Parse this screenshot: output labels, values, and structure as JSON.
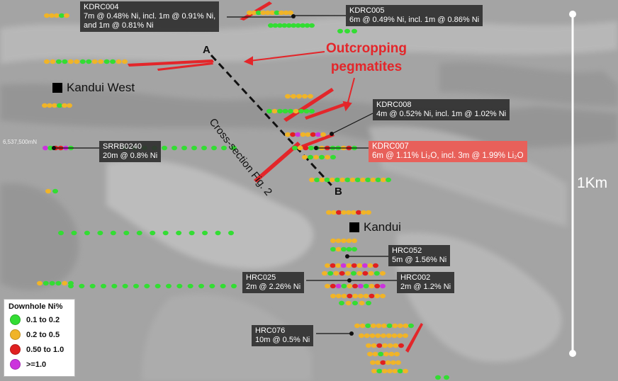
{
  "places": {
    "kandui_west": "Kandui West",
    "kandui": "Kandui"
  },
  "section": {
    "point_a": "A",
    "point_b": "B",
    "label": "Cross-section Fig. 2"
  },
  "outcrop_label": [
    "Outcropping",
    "pegmatites"
  ],
  "scale_label": "1Km",
  "coordinate_label": "6,537,500mN",
  "callouts": [
    {
      "id": "kdrc004",
      "lines": [
        "KDRC004",
        "7m @ 0.48% Ni, incl. 1m @ 0.91% Ni,",
        "and 1m @ 0.81% Ni"
      ]
    },
    {
      "id": "kdrc005",
      "lines": [
        "KDRC005",
        "6m @ 0.49% Ni, incl. 1m @ 0.86% Ni"
      ]
    },
    {
      "id": "kdrc008",
      "lines": [
        "KDRC008",
        "4m @ 0.52% Ni, incl. 1m @ 1.02% Ni"
      ]
    },
    {
      "id": "kdrc007",
      "lines": [
        "KDRC007",
        "6m @ 1.11% Li₂O, incl. 3m @ 1.99% Li₂O"
      ]
    },
    {
      "id": "srrb0240",
      "lines": [
        "SRRB0240",
        "20m @ 0.8% Ni"
      ]
    },
    {
      "id": "hrc052",
      "lines": [
        "HRC052",
        "5m @ 1.56% Ni"
      ]
    },
    {
      "id": "hrc025",
      "lines": [
        "HRC025",
        "2m @ 2.26% Ni"
      ]
    },
    {
      "id": "hrc002",
      "lines": [
        "HRC002",
        "2m @ 1.2% Ni"
      ]
    },
    {
      "id": "hrc076",
      "lines": [
        "HRC076",
        "10m @ 0.5% Ni"
      ]
    }
  ],
  "legend": {
    "title": "Downhole Ni%",
    "items": [
      {
        "label": "0.1 to 0.2",
        "color": "#33dd33"
      },
      {
        "label": "0.2 to 0.5",
        "color": "#f0b428"
      },
      {
        "label": "0.50 to 1.0",
        "color": "#e02020"
      },
      {
        "label": ">=1.0",
        "color": "#cc33dd"
      }
    ]
  },
  "colors": {
    "pegmatite": "#e3262a",
    "grade_low": "#33dd33",
    "grade_mid": "#f0b428",
    "grade_high": "#e02020",
    "grade_top": "#cc33dd"
  }
}
